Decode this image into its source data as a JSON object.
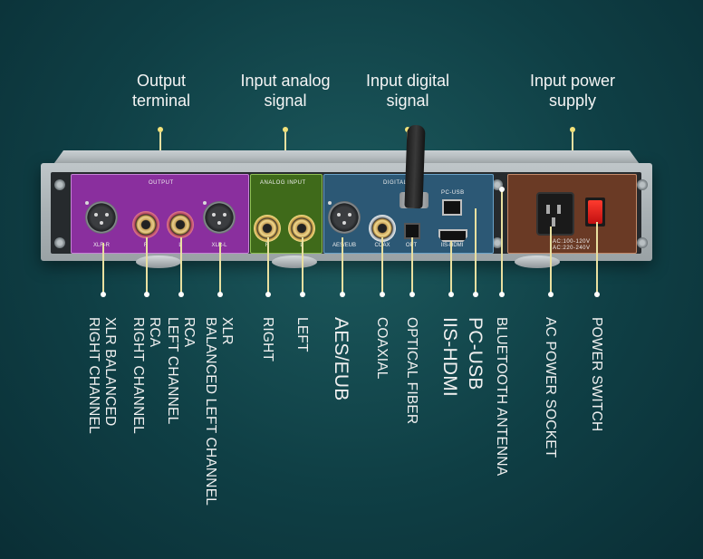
{
  "top_labels": {
    "output": "Output terminal",
    "analog": "Input analog signal",
    "digital": "Input digital signal",
    "power": "Input power supply"
  },
  "panel_captions": {
    "output": "OUTPUT",
    "analog": "ANALOG INPUT",
    "digital": "DIGITAL",
    "pc_usb": "PC-USB",
    "ac_rating_1": "AC:100-120V",
    "ac_rating_2": "AC:220-240V"
  },
  "port_labels": {
    "xlr_r": "XLR-R",
    "rca_r": "R",
    "rca_l": "L",
    "xlr_l": "XLR-L",
    "analog_r": "R",
    "analog_l": "L",
    "aes": "AES/EUB",
    "coax": "COAX",
    "opt": "OPT",
    "iis": "IIS-HDMI"
  },
  "bottom_labels": {
    "xlr_right_1": "XLR BALANCED",
    "xlr_right_2": "RIGHT CHANNEL",
    "rca_right_1": "RCA",
    "rca_right_2": "RIGHT CHANNEL",
    "rca_left_1": "RCA",
    "rca_left_2": "LEFT CHANNEL",
    "xlr_left_1": "XLR",
    "xlr_left_2": "BALANCED LEFT CHANNEL",
    "right": "RIGHT",
    "left": "LEFT",
    "aes": "AES/EUB",
    "coaxial": "COAXIAL",
    "optical": "OPTICAL FIBER",
    "iis": "IIS-HDMI",
    "pcusb": "PC-USB",
    "bluetooth": "BLUETOOTH ANTENNA",
    "ac_socket": "AC POWER SOCKET",
    "power_switch": "POWER SWITCH"
  },
  "colors": {
    "output_panel": "#8a2f9e",
    "analog_panel": "#3f6a1a",
    "digital_panel": "#2c5875",
    "power_panel": "#6a3a25",
    "line_color": "#e9e0a0"
  }
}
